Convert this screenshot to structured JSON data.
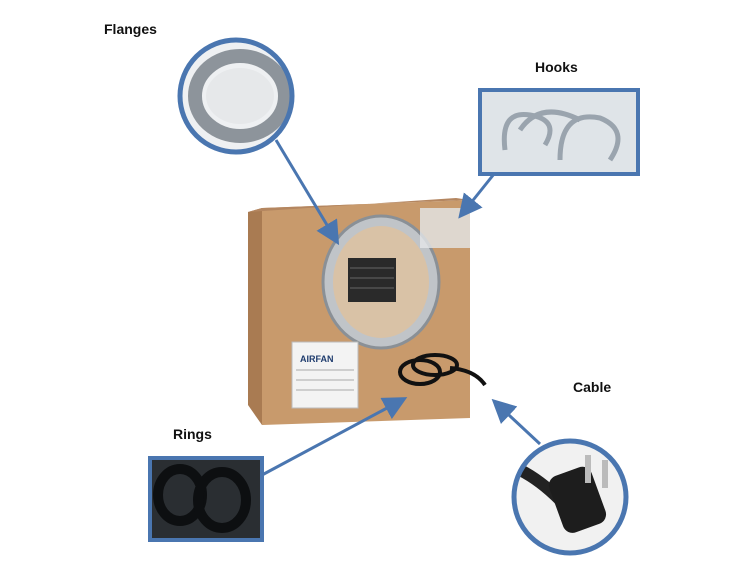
{
  "callouts": {
    "flanges": "Flanges",
    "hooks": "Hooks",
    "cable": "Cable",
    "rings": "Rings"
  },
  "product": {
    "brand": "AIRFAN"
  },
  "colors": {
    "callout_border": "#4a76b0",
    "box": "#c89a6c",
    "metal": "#b9bec4"
  }
}
